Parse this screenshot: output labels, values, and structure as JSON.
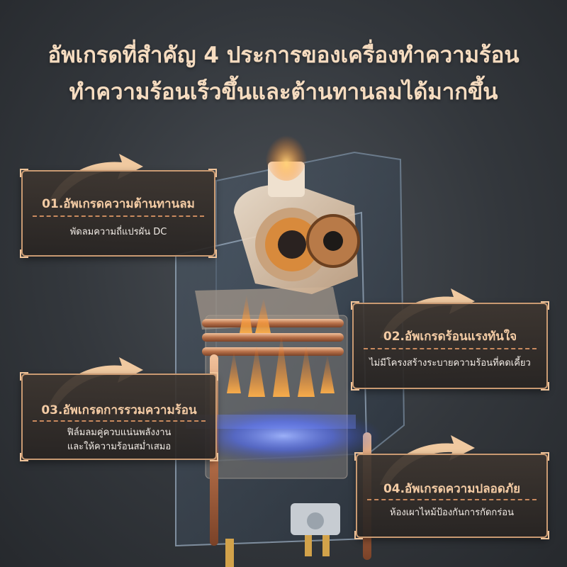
{
  "headline": {
    "line1": "อัพเกรดที่สำคัญ 4 ประการของเครื่องทำความร้อน",
    "line2": "ทำความร้อนเร็วขึ้นและต้านทานลมได้มากขึ้น"
  },
  "features": [
    {
      "title": "01.อัพเกรดความต้านทานลม",
      "desc": [
        "พัดลมความถี่แปรผัน DC"
      ]
    },
    {
      "title": "02.อัพเกรดร้อนแรงทันใจ",
      "desc": [
        "ไม่มีโครงสร้างระบายความร้อนที่คดเคี้ยว"
      ]
    },
    {
      "title": "03.อัพเกรดการรวมความร้อน",
      "desc": [
        "ฟิล์มลมคู่ควบแน่นพลังงาน",
        "และให้ความร้อนสม่ำเสมอ"
      ]
    },
    {
      "title": "04.อัพเกรดความปลอดภัย",
      "desc": [
        "ห้องเผาไหม้ป้องกันการกัดกร่อน"
      ]
    }
  ],
  "colors": {
    "background": "#33373c",
    "headline": "#f6dcc0",
    "card_border": "#c99a72",
    "card_title": "#f3cba4",
    "arrow": "#f0c9a0",
    "flame_orange": "#f39a3a",
    "flame_blue": "#4f6bff",
    "copper": "#c9835a"
  }
}
